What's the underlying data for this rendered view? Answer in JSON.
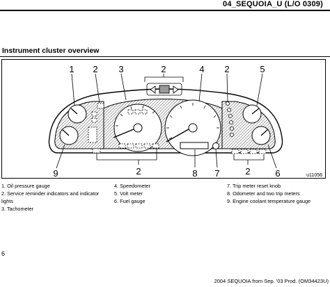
{
  "header": {
    "doc_id": "04_SEQUOIA_U (L/O 0309)"
  },
  "section": {
    "title": "Instrument cluster overview"
  },
  "figure": {
    "callouts_top": [
      "1",
      "2",
      "3",
      "2",
      "4",
      "2",
      "5"
    ],
    "callouts_bottom": [
      "9",
      "2",
      "8",
      "7",
      "2",
      "6"
    ],
    "code": "u11056"
  },
  "legend": {
    "items": [
      {
        "num": "1.",
        "text": "Oil pressure gauge"
      },
      {
        "num": "2.",
        "text": "Service reminder indicators and indicator lights"
      },
      {
        "num": "3.",
        "text": "Tachometer"
      },
      {
        "num": "4.",
        "text": "Speedometer"
      },
      {
        "num": "5.",
        "text": "Volt meter"
      },
      {
        "num": "6.",
        "text": "Fuel gauge"
      },
      {
        "num": "7.",
        "text": "Trip meter reset knob"
      },
      {
        "num": "8.",
        "text": "Odometer and two trip meters"
      },
      {
        "num": "9.",
        "text": "Engine coolant temperature gauge"
      }
    ]
  },
  "page": {
    "number": "6"
  },
  "footer": {
    "text": "2004 SEQUOIA from Sep. '03 Prod. (OM34423U)"
  }
}
